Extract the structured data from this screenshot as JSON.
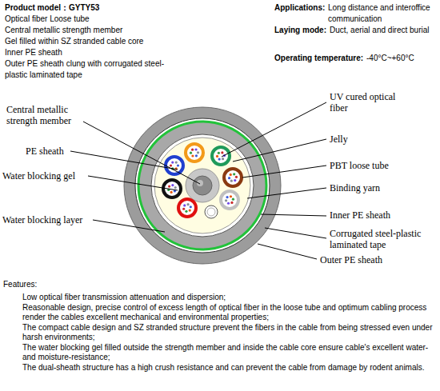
{
  "diagram": {
    "labels": [
      "Product model：GYTY53",
      "Optical fiber Loose tube",
      "Central metallic strength member",
      "Gel filled within SZ stranded cable core",
      "Inner PE sheath",
      "Outer PE sheath clung with corrugated steel- plastic laminated tape",
      "Applications:",
      "Long distance and interoffice communication",
      "Laying mode:",
      "Duct, aerial and direct burial",
      "Operating temperature:",
      "-40°C~+60°C",
      "Central metallic strength member",
      "PE sheath",
      "Water blocking gel",
      "Water blocking layer",
      "UV cured optical fiber",
      "Jelly",
      "PBT loose tube",
      "Binding yarn",
      "Inner PE sheath",
      "Corrugated steel-plastic laminated tape",
      "Outer PE sheath",
      "Features:",
      "Low optical fiber transmission attenuation and dispersion;",
      "Reasonable design, precise control of excess length of optical fiber in the loose tube and optimum cabling process render the cables excellent mechanical and environmental  properties;",
      "The compact cable design and SZ stranded structure prevent the fibers in the cable from being stressed even under harsh environments;",
      "The water blocking gel filled outside the strength member and inside the cable core ensure cable's excellent water- and moisture-resistance;",
      "The dual-sheath structure has a high crush resistance and can prevent the cable from damage by rodent animals."
    ]
  }
}
